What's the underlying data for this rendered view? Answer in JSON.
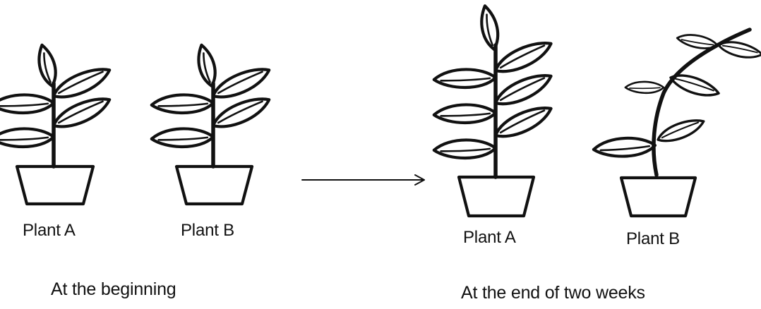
{
  "before": {
    "plant_a_label": "Plant A",
    "plant_b_label": "Plant B",
    "caption": "At the beginning"
  },
  "after": {
    "plant_a_label": "Plant A",
    "plant_b_label": "Plant B",
    "caption": "At the end of two weeks"
  },
  "colors": {
    "ink": "#111111",
    "background": "#ffffff"
  }
}
